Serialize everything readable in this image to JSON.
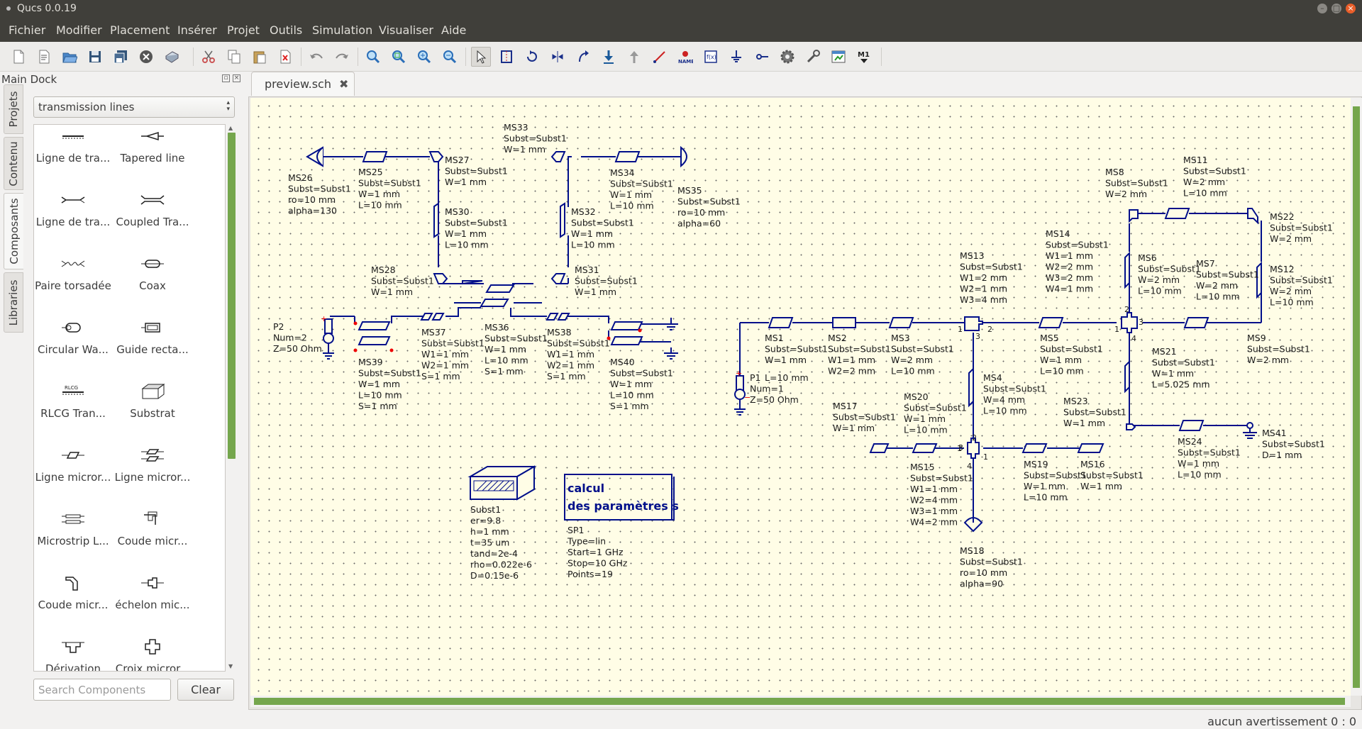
{
  "window": {
    "title": "Qucs 0.0.19"
  },
  "menu": [
    "Fichier",
    "Modifier",
    "Placement",
    "Insérer",
    "Projet",
    "Outils",
    "Simulation",
    "Visualiser",
    "Aide"
  ],
  "toolbar": {
    "icons": [
      "new-file-icon",
      "new-text-icon",
      "open-icon",
      "save-icon",
      "save-all-icon",
      "close-icon",
      "print-icon",
      "cut-icon",
      "copy-icon",
      "paste-icon",
      "delete-icon",
      "undo-icon",
      "redo-icon",
      "zoom-fit-icon",
      "zoom-select-icon",
      "zoom-in-icon",
      "zoom-out-icon",
      "select-icon",
      "mirror-icon",
      "rotate-icon",
      "mirror-y-icon",
      "wire-undo-icon",
      "enter-subcircuit-icon",
      "exit-subcircuit-icon",
      "wire-icon",
      "label-icon",
      "equation-icon",
      "ground-icon",
      "port-icon",
      "simulate-icon",
      "tune-icon",
      "view-data-icon",
      "marker-icon"
    ],
    "name_label": "NAME",
    "marker_label": "M1"
  },
  "dock": {
    "title": "Main Dock",
    "tabs": [
      "Projets",
      "Contenu",
      "Composants",
      "Libraries"
    ],
    "category": "transmission lines",
    "components": [
      "Ligne de tra...",
      "Tapered line",
      "Ligne de tra...",
      "Coupled Tra...",
      "Paire torsadée",
      "Coax",
      "Circular Wa...",
      "Guide recta...",
      "RLCG Tran...",
      "Substrat",
      "Ligne micror...",
      "Ligne micror...",
      "Microstrip L...",
      "Coude micr...",
      "Coude micr...",
      "échelon mic...",
      "Dérivation",
      "Croix micror..."
    ],
    "rlcg_icon_label": "RLCG",
    "search_placeholder": "Search Components",
    "clear_label": "Clear"
  },
  "editor": {
    "tab": "preview.sch"
  },
  "schematic": {
    "labels": [
      {
        "id": "ms26",
        "lines": [
          "MS26",
          "Subst=Subst1",
          "ro=10 mm",
          "alpha=130"
        ]
      },
      {
        "id": "ms25",
        "lines": [
          "MS25",
          "Subst=Subst1",
          "W=1 mm",
          "L=10 mm"
        ]
      },
      {
        "id": "ms27",
        "lines": [
          "MS27",
          "Subst=Subst1",
          "W=1 mm"
        ]
      },
      {
        "id": "ms33",
        "lines": [
          "MS33",
          "Subst=Subst1",
          "W=1 mm"
        ]
      },
      {
        "id": "ms34",
        "lines": [
          "MS34",
          "Subst=Subst1",
          "W=1 mm",
          "L=10 mm"
        ]
      },
      {
        "id": "ms35",
        "lines": [
          "MS35",
          "Subst=Subst1",
          "ro=10 mm",
          "alpha=60"
        ]
      },
      {
        "id": "ms30",
        "lines": [
          "MS30",
          "Subst=Subst1",
          "W=1 mm",
          "L=10 mm"
        ]
      },
      {
        "id": "ms32",
        "lines": [
          "MS32",
          "Subst=Subst1",
          "W=1 mm",
          "L=10 mm"
        ]
      },
      {
        "id": "ms28",
        "lines": [
          "MS28",
          "Subst=Subst1",
          "W=1 mm"
        ]
      },
      {
        "id": "ms31",
        "lines": [
          "MS31",
          "Subst=Subst1",
          "W=1 mm"
        ]
      },
      {
        "id": "p2",
        "lines": [
          "P2",
          "Num=2",
          "Z=50 Ohm"
        ]
      },
      {
        "id": "ms37",
        "lines": [
          "MS37",
          "Subst=Subst1",
          "W1=1 mm",
          "W2=1 mm",
          "S=1 mm"
        ]
      },
      {
        "id": "ms36",
        "lines": [
          "MS36",
          "Subst=Subst1",
          "W=1 mm",
          "L=10 mm",
          "S=1 mm"
        ]
      },
      {
        "id": "ms38",
        "lines": [
          "MS38",
          "Subst=Subst1",
          "W1=1 mm",
          "W2=1 mm",
          "S=1 mm"
        ]
      },
      {
        "id": "ms39",
        "lines": [
          "MS39",
          "Subst=Subst1",
          "W=1 mm",
          "L=10 mm",
          "S=1 mm"
        ]
      },
      {
        "id": "ms40",
        "lines": [
          "MS40",
          "Subst=Subst1",
          "W=1 mm",
          "L=10 mm",
          "S=1 mm"
        ]
      },
      {
        "id": "subst1",
        "lines": [
          "Subst1",
          "er=9.8",
          "h=1 mm",
          "t=35 um",
          "tand=2e-4",
          "rho=0.022e-6",
          "D=0.15e-6"
        ]
      },
      {
        "id": "sp1",
        "lines": [
          "SP1",
          "Type=lin",
          "Start=1 GHz",
          "Stop=10 GHz",
          "Points=19"
        ]
      },
      {
        "id": "ms1",
        "lines": [
          "MS1",
          "Subst=Subst1",
          "W=1 mm"
        ]
      },
      {
        "id": "p1",
        "lines": [
          "P1",
          "Num=1",
          "Z=50 Ohm"
        ]
      },
      {
        "id": "p1l",
        "lines": [
          "L=10 mm"
        ]
      },
      {
        "id": "ms2",
        "lines": [
          "MS2",
          "Subst=Subst1",
          "W1=1 mm",
          "W2=2 mm"
        ]
      },
      {
        "id": "ms3",
        "lines": [
          "MS3",
          "Subst=Subst1",
          "W=2 mm",
          "L=10 mm"
        ]
      },
      {
        "id": "ms13",
        "lines": [
          "MS13",
          "Subst=Subst1",
          "W1=2 mm",
          "W2=1 mm",
          "W3=4 mm"
        ]
      },
      {
        "id": "ms14",
        "lines": [
          "MS14",
          "Subst=Subst1",
          "W1=1 mm",
          "W2=2 mm",
          "W3=2 mm",
          "W4=1 mm"
        ]
      },
      {
        "id": "ms5",
        "lines": [
          "MS5",
          "Subst=Subst1",
          "W=1 mm",
          "L=10 mm"
        ]
      },
      {
        "id": "ms8",
        "lines": [
          "MS8",
          "Subst=Subst1",
          "W=2 mm"
        ]
      },
      {
        "id": "ms11",
        "lines": [
          "MS11",
          "Subst=Subst1",
          "W=2 mm",
          "L=10 mm"
        ]
      },
      {
        "id": "ms22",
        "lines": [
          "MS22",
          "Subst=Subst1",
          "W=2 mm"
        ]
      },
      {
        "id": "ms6",
        "lines": [
          "MS6",
          "Subst=Subst1",
          "W=2 mm",
          "L=10 mm"
        ]
      },
      {
        "id": "ms7",
        "lines": [
          "MS7",
          "Subst=Subst1",
          "W=2 mm",
          "L=10 mm"
        ]
      },
      {
        "id": "ms12",
        "lines": [
          "MS12",
          "Subst=Subst1",
          "W=2 mm",
          "L=10 mm"
        ]
      },
      {
        "id": "ms9",
        "lines": [
          "MS9",
          "Subst=Subst1",
          "W=2 mm"
        ]
      },
      {
        "id": "ms21",
        "lines": [
          "MS21",
          "Subst=Subst1",
          "W=1 mm",
          "L=5.025 mm"
        ]
      },
      {
        "id": "ms4",
        "lines": [
          "MS4",
          "Subst=Subst1",
          "W=4 mm",
          "L=10 mm"
        ]
      },
      {
        "id": "ms17",
        "lines": [
          "MS17",
          "Subst=Subst1",
          "W=1 mm"
        ]
      },
      {
        "id": "ms20",
        "lines": [
          "MS20",
          "Subst=Subst1",
          "W=1 mm",
          "L=10 mm"
        ]
      },
      {
        "id": "ms23",
        "lines": [
          "MS23",
          "Subst=Subst1",
          "W=1 mm"
        ]
      },
      {
        "id": "ms41",
        "lines": [
          "MS41",
          "Subst=Subst1",
          "D=1 mm"
        ]
      },
      {
        "id": "ms24",
        "lines": [
          "MS24",
          "Subst=Subst1",
          "W=1 mm",
          "L=10 mm"
        ]
      },
      {
        "id": "ms15",
        "lines": [
          "MS15",
          "Subst=Subst1",
          "W1=1 mm",
          "W2=4 mm",
          "W3=1 mm",
          "W4=2 mm"
        ]
      },
      {
        "id": "ms19",
        "lines": [
          "MS19",
          "Subst=Subst1",
          "W=1 mm",
          "L=10 mm"
        ]
      },
      {
        "id": "ms16",
        "lines": [
          "MS16",
          "Subst=Subst1",
          "W=1 mm"
        ]
      },
      {
        "id": "ms18",
        "lines": [
          "MS18",
          "Subst=Subst1",
          "ro=10 mm",
          "alpha=90"
        ]
      }
    ],
    "pins": [
      "1",
      "2",
      "3",
      "1",
      "2",
      "3",
      "4",
      "1",
      "2",
      "3",
      "4",
      "1"
    ],
    "sim_box": {
      "line1": "calcul",
      "line2": "des paramètres s"
    },
    "port_signs": [
      "+",
      "+",
      "−"
    ]
  },
  "status": {
    "text": "aucun avertissement  0 : 0"
  },
  "colors": {
    "wire": "#000f8a",
    "canvas": "#fffde6",
    "accent": "#75a64d",
    "titlebar": "#403f3a"
  }
}
